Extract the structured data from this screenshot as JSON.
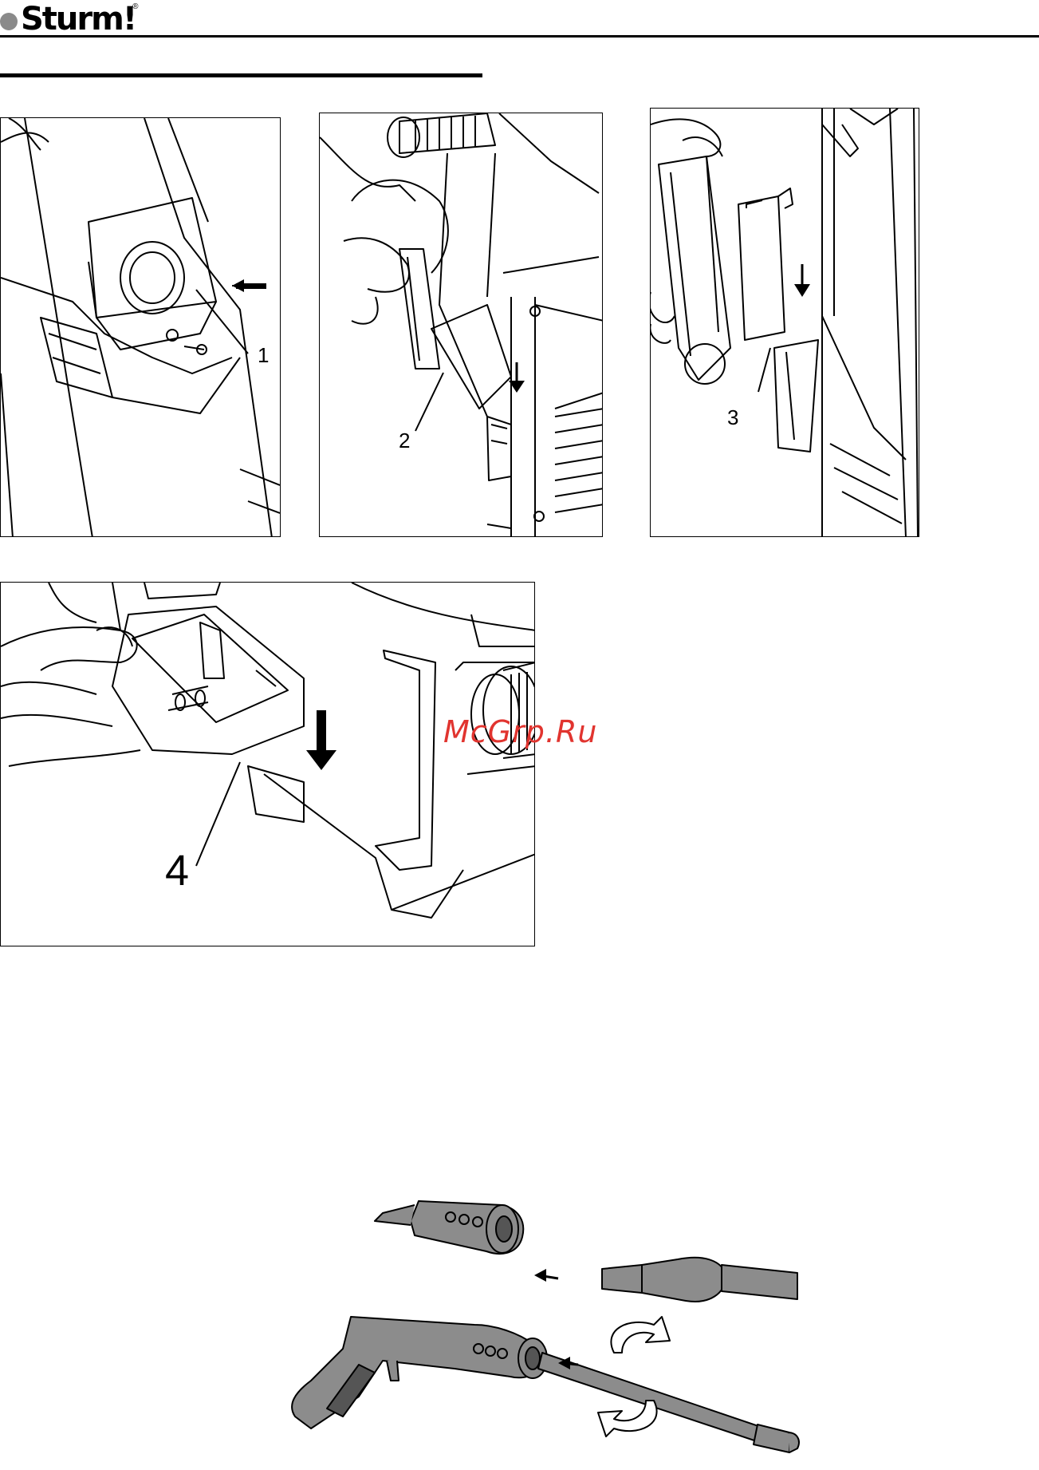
{
  "brand": {
    "name": "Sturm!",
    "reg_mark": "®"
  },
  "watermark": {
    "text": "McGrp.Ru"
  },
  "figures": [
    {
      "id": "fig-1",
      "callout": "1",
      "arrow": "left"
    },
    {
      "id": "fig-2",
      "callout": "2",
      "arrow": "down"
    },
    {
      "id": "fig-3",
      "callout": "3",
      "arrow": "down"
    },
    {
      "id": "fig-4",
      "callout": "4",
      "arrow": "down"
    }
  ],
  "colors": {
    "line": "#000000",
    "paper": "#ffffff",
    "watermark": "#e1342f",
    "logo_dot": "#8a8a8a",
    "gun_fill": "#8c8c8c"
  }
}
